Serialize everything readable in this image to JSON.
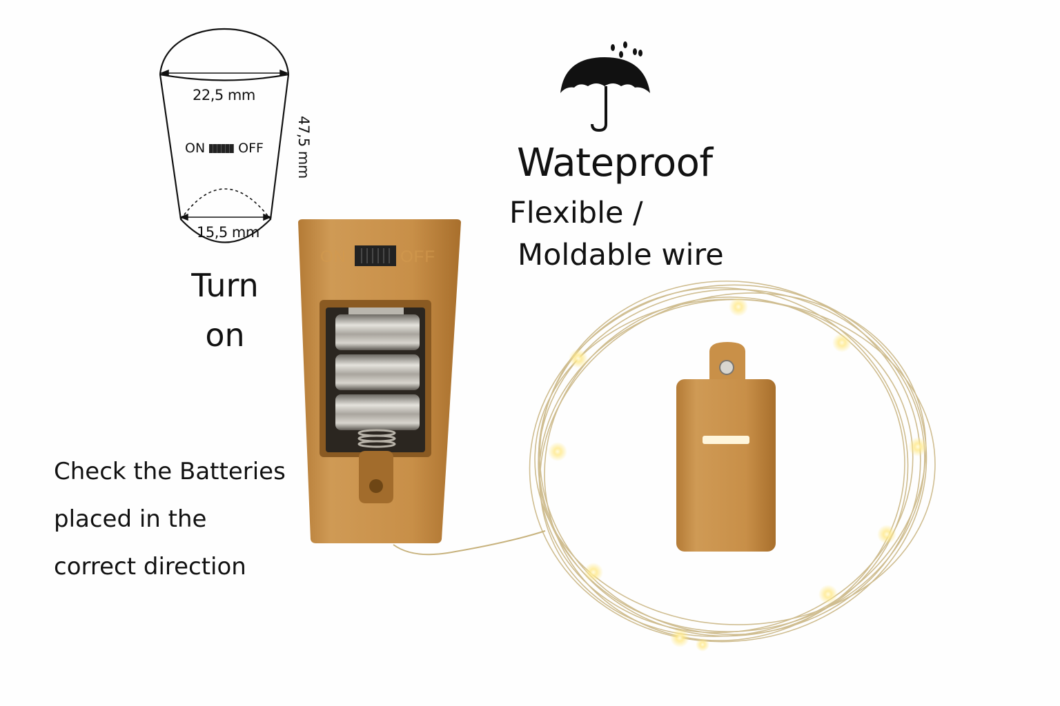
{
  "diagram": {
    "top_diameter": "22,5 mm",
    "bottom_diameter": "15,5 mm",
    "height": "47,5 mm",
    "switch_on": "ON",
    "switch_off": "OFF"
  },
  "turn_on": {
    "line1": "Turn",
    "line2": "on"
  },
  "features": {
    "waterproof": "Wateproof",
    "flexible_line1": "Flexible /",
    "flexible_line2": "Moldable wire"
  },
  "check_batteries": {
    "line1": "Check the Batteries",
    "line2": "placed in the",
    "line3": "correct direction"
  },
  "product": {
    "switch_on": "ON",
    "switch_off": "OFF"
  },
  "icons": [
    "umbrella-rain-icon"
  ],
  "colors": {
    "cork": "#c9914a",
    "led_glow": "#fff3b0",
    "wire": "#c8b98a"
  }
}
